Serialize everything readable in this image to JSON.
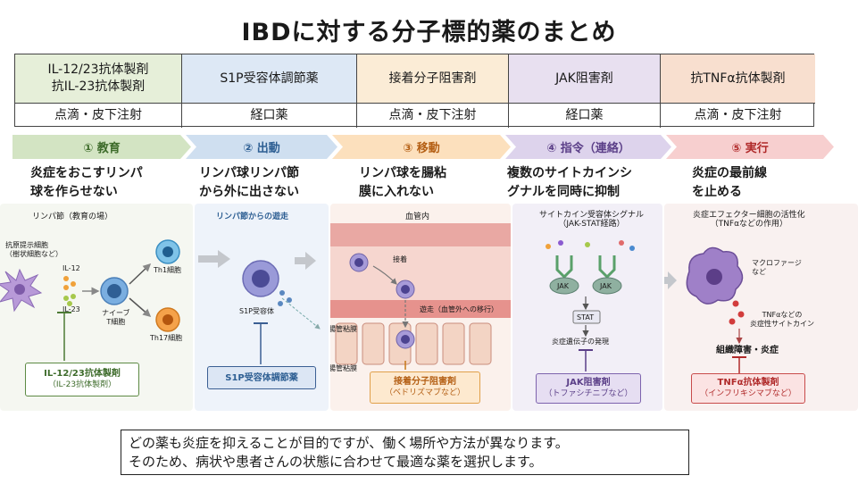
{
  "title": "IBDに対する分子標的薬のまとめ",
  "drug_classes": [
    {
      "name": "IL-12/23抗体製剤\n抗IL-23抗体製剤",
      "route": "点滴・皮下注射",
      "color": "#e6efd9"
    },
    {
      "name": "S1P受容体調節薬",
      "route": "経口薬",
      "color": "#dde8f5"
    },
    {
      "name": "接着分子阻害剤",
      "route": "点滴・皮下注射",
      "color": "#fbecd6"
    },
    {
      "name": "JAK阻害剤",
      "route": "経口薬",
      "color": "#e8e0f0"
    },
    {
      "name": "抗TNFα抗体製剤",
      "route": "点滴・皮下注射",
      "color": "#f8dfcf"
    }
  ],
  "stages": [
    {
      "label": "① 教育",
      "desc": "炎症をおこすリンパ\n球を作らせない",
      "color": "#d3e4c3",
      "text_color": "#3d6b2a"
    },
    {
      "label": "② 出動",
      "desc": "リンパ球リンパ節\nから外に出さない",
      "color": "#cfdff0",
      "text_color": "#2e5f93"
    },
    {
      "label": "③ 移動",
      "desc": "リンパ球を腸粘\n膜に入れない",
      "color": "#fce0bd",
      "text_color": "#b45f14"
    },
    {
      "label": "④ 指令（連絡）",
      "desc": "複数のサイトカインシ\nグナルを同時に抑制",
      "color": "#ddd3ec",
      "text_color": "#5b3f88"
    },
    {
      "label": "⑤ 実行",
      "desc": "炎症の最前線\nを止める",
      "color": "#f7cfcf",
      "text_color": "#b02a2a"
    }
  ],
  "panel1": {
    "title": "リンパ節（教育の場）",
    "apc_label": "抗原提示細胞\n（樹状細胞など）",
    "il12": "IL-12",
    "il23": "IL-23",
    "naive": "ナイーブ\nT細胞",
    "th1": "Th1細胞",
    "th17": "Th17細胞",
    "drug": "IL-12/23抗体製剤",
    "drug_sub": "（IL-23抗体製剤）"
  },
  "panel2": {
    "title": "リンパ節からの遊走",
    "receptor": "S1P受容体",
    "drug": "S1P受容体調節薬"
  },
  "panel3": {
    "title": "血管内",
    "adhesion": "接着",
    "migration": "遊走（血管外への移行）",
    "mucosa1": "腸管粘膜",
    "mucosa2": "腸管粘膜",
    "drug": "接着分子阻害剤",
    "drug_sub": "（ベドリズマブなど）"
  },
  "panel4": {
    "title": "サイトカイン受容体シグナル\n（JAK-STAT経路）",
    "jak": "JAK",
    "stat": "STAT",
    "gene": "炎症遺伝子の発現",
    "drug": "JAK阻害剤",
    "drug_sub": "（トファシチニブなど）"
  },
  "panel5": {
    "title": "炎症エフェクター細胞の活性化\n（TNFαなどの作用）",
    "macrophage": "マクロファージ\nなど",
    "tnf": "TNFαなどの\n炎症性サイトカイン",
    "damage": "組織障害・炎症",
    "drug": "TNFα抗体製剤",
    "drug_sub": "（インフリキシマブなど）"
  },
  "note": "どの薬も炎症を抑えることが目的ですが、働く場所や方法が異なります。\nそのため、病状や患者さんの状態に合わせて最適な薬を選択します。"
}
